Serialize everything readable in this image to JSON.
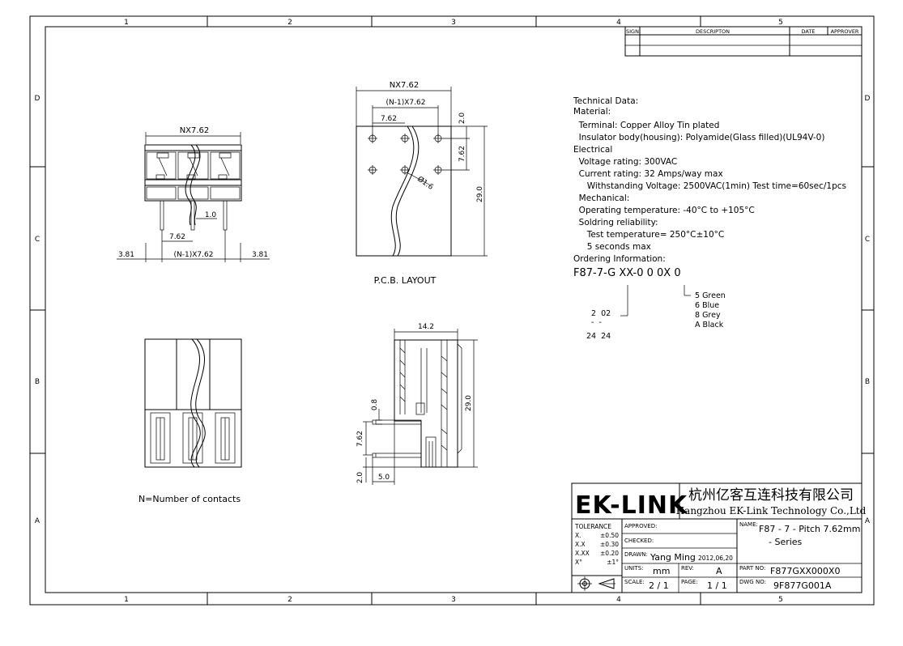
{
  "grid": {
    "cols": [
      "1",
      "2",
      "3",
      "4",
      "5"
    ],
    "rows": [
      "D",
      "C",
      "B",
      "A"
    ]
  },
  "revision_table": {
    "headers": [
      "SIGN",
      "DESCRIPTON",
      "DATE",
      "APPROVER"
    ]
  },
  "technical_data": {
    "lines": [
      "Technical Data:",
      "Material:",
      "  Terminal: Copper Alloy Tin plated",
      "  Insulator body(housing): Polyamide(Glass filled)(UL94V-0)",
      "Electrical",
      "  Voltage rating: 300VAC",
      "  Current rating: 32 Amps/way max",
      "     Withstanding Voltage: 2500VAC(1min) Test time=60sec/1pcs",
      "  Mechanical:",
      "  Operating temperature: -40°C to +105°C",
      "  Soldring reliability:",
      "     Test temperature= 250°C±10°C",
      "     5 seconds max",
      "Ordering Information:"
    ],
    "order_code": "F87-7-G XX-0 0 0X 0",
    "color_options": [
      "5 Green",
      "6 Blue",
      "8 Grey",
      "A Black"
    ],
    "contact_min": "2  02",
    "contact_dash": "-  -",
    "contact_max": "24  24"
  },
  "front_view": {
    "dim_top": "NX7.62",
    "dim_pin_offset": "1.0",
    "dim_pitch": "7.62",
    "dim_span": "(N-1)X7.62",
    "dim_left": "3.81",
    "dim_right": "3.81",
    "note": "N=Number of contacts"
  },
  "pcb_layout": {
    "dim_top": "NX7.62",
    "dim_span": "(N-1)X7.62",
    "dim_pitch": "7.62",
    "dim_edge": "2.0",
    "dim_row": "7.62",
    "dim_height": "29.0",
    "dim_hole": "Ø1.6",
    "label": "P.C.B. LAYOUT"
  },
  "side_view": {
    "dim_width": "14.2",
    "dim_height": "29.0",
    "dim_pin": "0.8",
    "dim_pitch": "7.62",
    "dim_offset": "2.0",
    "dim_foot": "5.0"
  },
  "title_block": {
    "logo": "EK-LINK",
    "company_cn": "杭州亿客互连科技有限公司",
    "company_en": "Hangzhou EK-Link Technology Co.,Ltd",
    "tolerance_label": "TOLERANCE",
    "tolerances": [
      {
        "k": "X.",
        "v": "±0.50"
      },
      {
        "k": "X.X",
        "v": "±0.30"
      },
      {
        "k": "X.XX",
        "v": "±0.20"
      },
      {
        "k": "X°",
        "v": "±1°"
      }
    ],
    "approved_label": "APPROVED:",
    "checked_label": "CHECKED:",
    "drawn_label": "DRAWN:",
    "drawn_by": "Yang Ming",
    "drawn_date": "2012,06,20",
    "name_label": "NAME:",
    "name_value_1": "F87 - 7 - Pitch 7.62mm",
    "name_value_2": "- Series",
    "units_label": "UNITS:",
    "units_value": "mm",
    "rev_label": "REV:",
    "rev_value": "A",
    "part_label": "PART NO:",
    "part_value": "F877GXX000X0",
    "scale_label": "SCALE:",
    "scale_value": "2 / 1",
    "page_label": "PAGE:",
    "page_value": "1 / 1",
    "dwg_label": "DWG NO:",
    "dwg_value": "9F877G001A"
  }
}
